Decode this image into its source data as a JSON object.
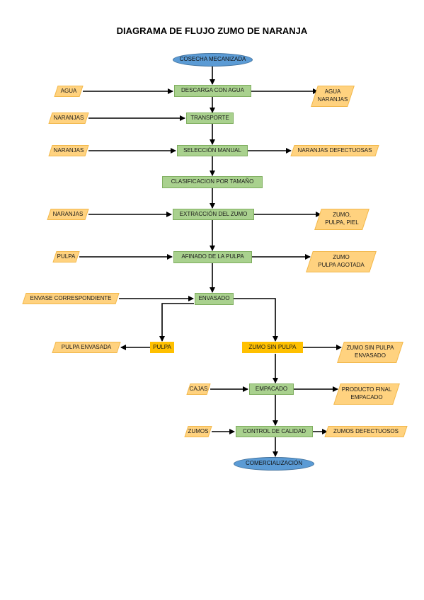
{
  "title": "DIAGRAMA DE FLUJO ZUMO DE NARANJA",
  "nodes": {
    "cosecha": "COSECHA MECANIZADA",
    "descarga": "DESCARGA CON AGUA",
    "transporte": "TRANSPORTE",
    "seleccion": "SELECCIÓN MANUAL",
    "clasificacion": "CLASIFICACION POR TAMAÑO",
    "extraccion": "EXTRACCIÓN DEL ZUMO",
    "afinado": "AFINADO DE LA PULPA",
    "envasado": "ENVASADO",
    "pulpa": "PULPA",
    "zumo_sin_pulpa": "ZUMO SIN PULPA",
    "empacado": "EMPACADO",
    "control": "CONTROL DE CALIDAD",
    "comercializacion": "COMERCIALIZACIÓN"
  },
  "inputs": {
    "agua": "AGUA",
    "naranjas_1": "NARANJAS",
    "naranjas_2": "NARANJAS",
    "naranjas_3": "NARANJAS",
    "pulpa": "PULPA",
    "envase": "ENVASE CORRESPONDIENTE",
    "cajas": "CAJAS",
    "zumos": "ZUMOS"
  },
  "outputs": {
    "agua_naranjas": "AGUA\nNARANJAS",
    "naranjas_defectuosas": "NARANJAS DEFECTUOSAS",
    "zumo_pulpa_piel": "ZUMO,\nPULPA, PIEL",
    "zumo_pulpa_agotada": "ZUMO\nPULPA AGOTADA",
    "pulpa_envasada": "PULPA ENVASADA",
    "zumo_sin_pulpa_envasado": "ZUMO SIN PULPA\nENVASADO",
    "producto_final": "PRODUCTO FINAL\nEMPACADO",
    "zumos_defectuosos": "ZUMOS DEFECTUOSOS"
  }
}
